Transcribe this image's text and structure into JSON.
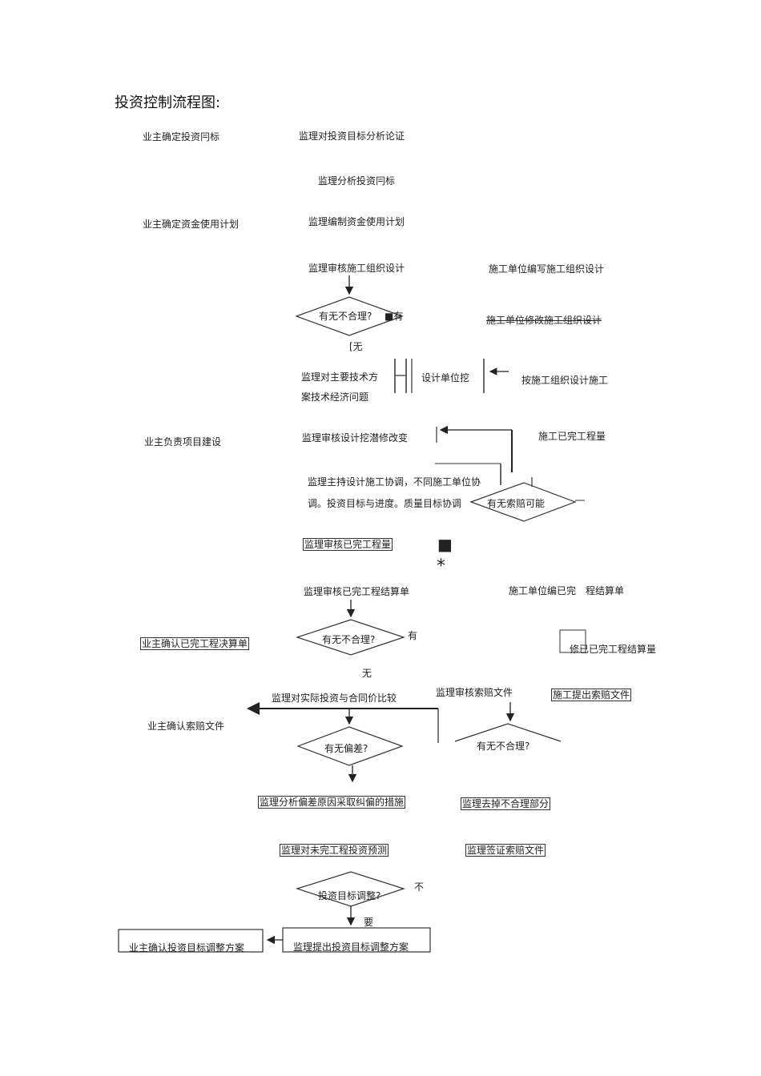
{
  "title": "投资控制流程图:",
  "nodes": {
    "owner_target": "业主确定投资冃标",
    "sup_analyze_demo": "监理对投资目标分析论证",
    "sup_analyze_target": "监理分析投资冃标",
    "owner_fund_plan": "业主确定资金使用计划",
    "sup_fund_plan": "监理编制资金使用计划",
    "sup_review_org": "监理审核施工组织设计",
    "con_write_org": "施工单位编写施工组织设计",
    "d1_text": "有无不合理?",
    "d1_mark": "■有",
    "con_modify_org": "施工单位修改施工组织设计",
    "d1_no": "[无",
    "sup_tech_a": "监理对主要技术方",
    "sup_tech_b": "案技术经济问题",
    "design_unit": "设计单位挖",
    "build_by_org": "按施工组织设计施工",
    "owner_project": "业主负责项目建设",
    "sup_review_change": "监理审核设计挖潜修改变",
    "con_done_qty": "施工已完工程量",
    "sup_coord_a": "监理主持设计施工协调，不同施工单位协",
    "sup_coord_b": "调。投资目标与进度。质量目标协调",
    "d2_text": "有无索赔可能",
    "sup_review_done": "监理审核已完工程量",
    "mark_square": "■",
    "mark_star": "*",
    "sup_review_settle": "监理审核已完工程结算单",
    "con_settle": "施工单位编已完　程结算单",
    "owner_confirm_settle": "业主确认已完工程决算单",
    "d3_text": "有无不合理?",
    "d3_yes": "有",
    "con_modify_settle": "修已已完工程结算量",
    "d3_no": "无",
    "sup_compare": "监理对实际投资与合同价比较",
    "sup_review_claim": "监理审核索赔文件",
    "con_claim": "施工提出索赔文件",
    "owner_confirm_claim": "业主确认索赔文件",
    "d4_text": "有无偏差?",
    "d5_text": "有无不合理?",
    "sup_deviation": "监理分析偏差原因采取纠偏的措施",
    "sup_remove": "监理去掉不合理部分",
    "sup_forecast": "监理对未完工程投资预测",
    "sup_sign_claim": "监理签证索赔文件",
    "d6_text": "投资目标调整?",
    "d6_no": "不",
    "d6_yes": "要",
    "owner_adjust": "业主确认投资目标调整方案",
    "sup_adjust": "监理提出投资目标调整方案"
  }
}
